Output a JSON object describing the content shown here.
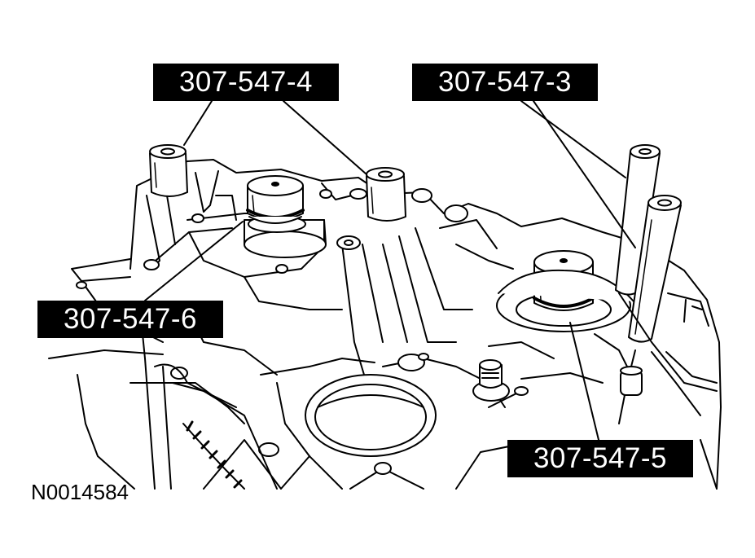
{
  "callouts": {
    "tool_4": "307-547-4",
    "tool_3": "307-547-3",
    "tool_6": "307-547-6",
    "tool_5": "307-547-5"
  },
  "figure_id": "N0014584",
  "colors": {
    "ink": "#000000",
    "paper": "#ffffff"
  }
}
